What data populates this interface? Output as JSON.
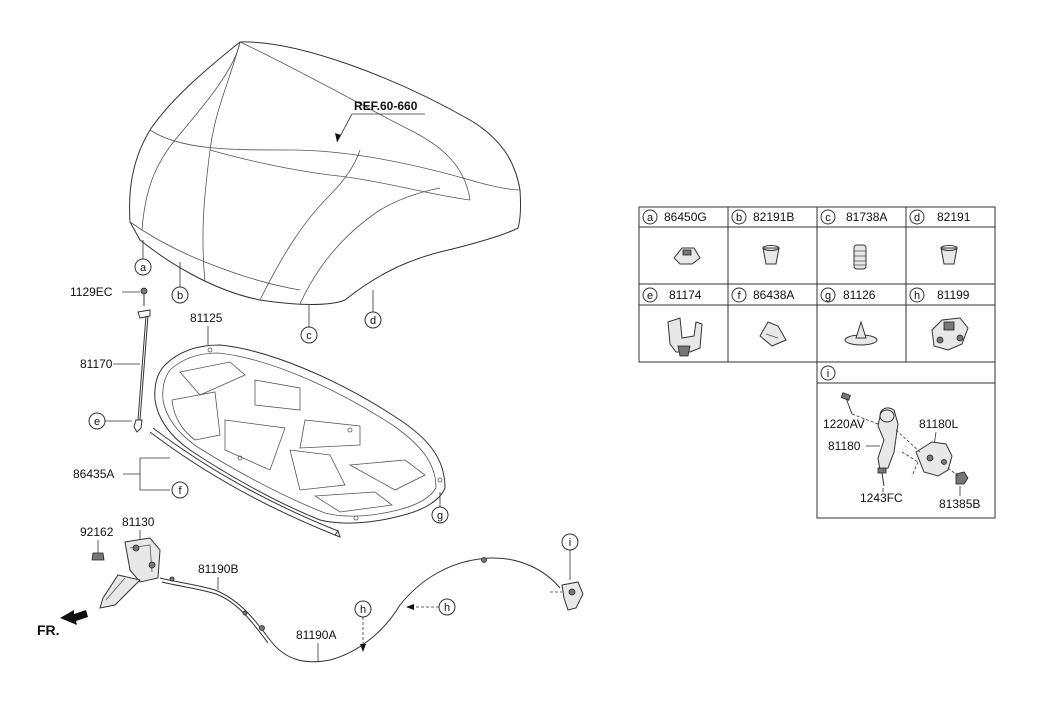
{
  "labels": {
    "ref": "REF.60-660",
    "p1129ec": "1129EC",
    "p81125": "81125",
    "p81170": "81170",
    "p86435a": "86435A",
    "p92162": "92162",
    "p81130": "81130",
    "p81190b": "81190B",
    "p81190a": "81190A",
    "fr": "FR."
  },
  "callouts": {
    "a": "a",
    "b": "b",
    "c": "c",
    "d": "d",
    "e": "e",
    "f": "f",
    "g": "g",
    "h1": "h",
    "h2": "h",
    "i": "i"
  },
  "table": {
    "row1": [
      {
        "letter": "a",
        "part": "86450G"
      },
      {
        "letter": "b",
        "part": "82191B"
      },
      {
        "letter": "c",
        "part": "81738A"
      },
      {
        "letter": "d",
        "part": "82191"
      }
    ],
    "row2": [
      {
        "letter": "e",
        "part": "81174"
      },
      {
        "letter": "f",
        "part": "86438A"
      },
      {
        "letter": "g",
        "part": "81126"
      },
      {
        "letter": "h",
        "part": "81199"
      }
    ],
    "detail": {
      "letter": "i",
      "p1220av": "1220AV",
      "p81180l": "81180L",
      "p81180": "81180",
      "p1243fc": "1243FC",
      "p81385b": "81385B"
    }
  }
}
